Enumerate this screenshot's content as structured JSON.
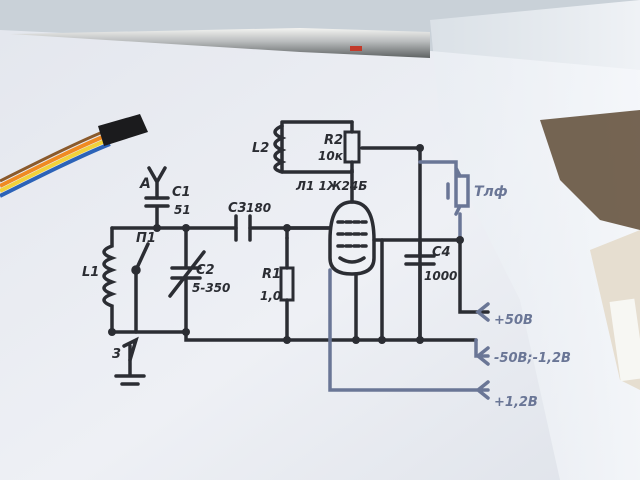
{
  "labels": {
    "antenna": "A",
    "c1": "C1",
    "c1_value": "51",
    "c3": "C3",
    "c3_value": "180",
    "p1": "П1",
    "l1": "L1",
    "c2": "C2",
    "c2_value": "5-350",
    "r1": "R1",
    "r1_value": "1,0",
    "ground": "3",
    "l2": "L2",
    "r2": "R2",
    "r2_value": "10к",
    "tube": "Л1 1Ж24Б",
    "c4": "C4",
    "c4_value": "1000",
    "headphones": "Тлф",
    "plus_50v": "+50В",
    "minus_voltages": "-50В;-1,2В",
    "plus_12v": "+1,2В"
  }
}
